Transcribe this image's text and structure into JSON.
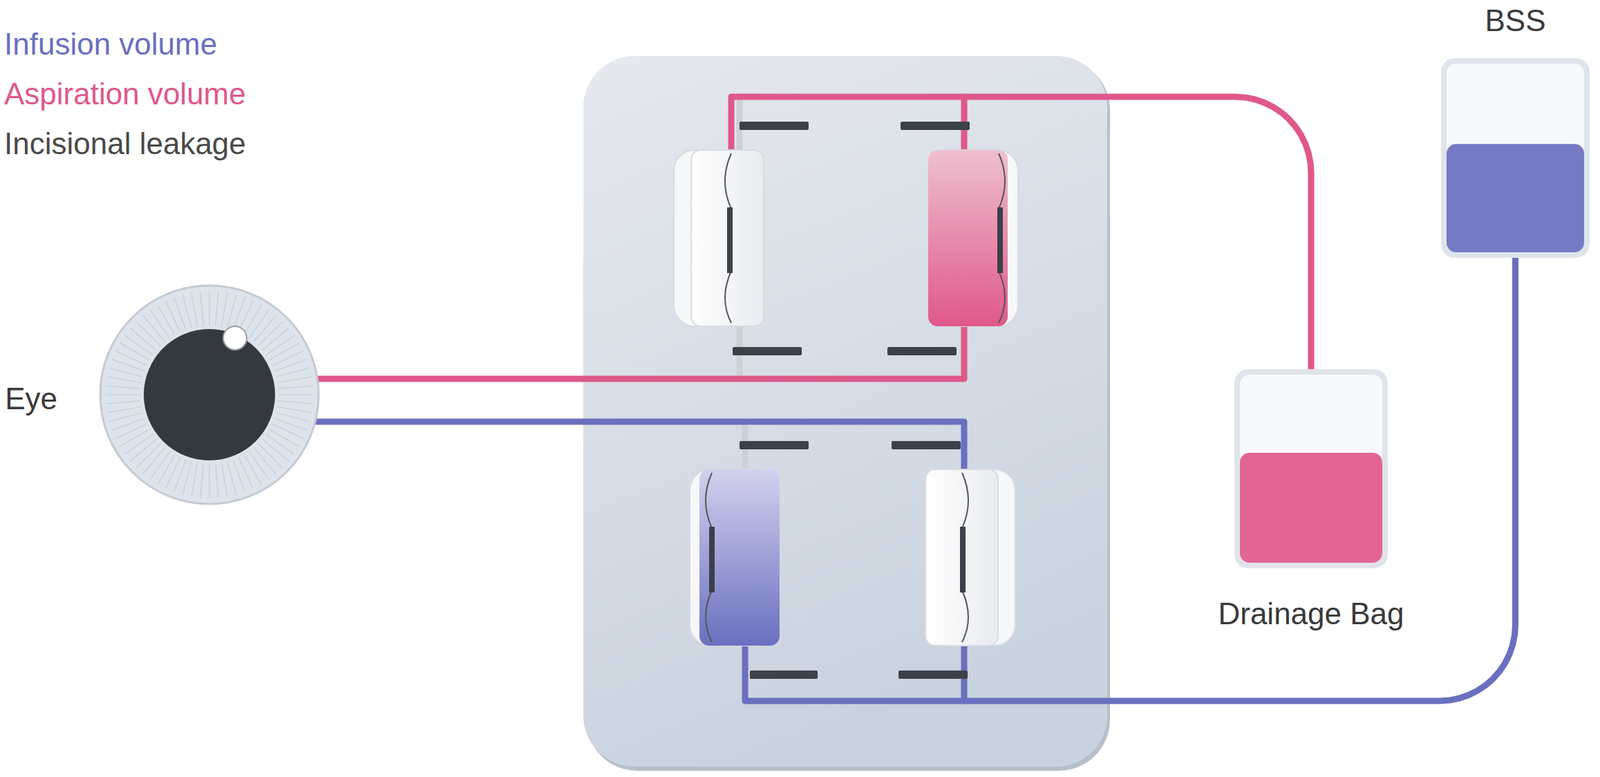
{
  "diagram": {
    "nodes": [
      {
        "text": [
          "Eye"
        ]
      },
      {
        "text": [
          "Drainage Bag"
        ]
      },
      {
        "text": [
          "BSS"
        ]
      }
    ],
    "edges": [
      {
        "from": 0,
        "to": 1,
        "arrow": "none"
      },
      {
        "from": 2,
        "to": 0,
        "arrow": "none"
      }
    ],
    "legend": [
      {
        "text": "Infusion volume",
        "color": "#6a6fbf"
      },
      {
        "text": "Aspiration volume",
        "color": "#e0588a"
      },
      {
        "text": "Incisional leakage",
        "color": "#4a4a4a"
      }
    ]
  }
}
